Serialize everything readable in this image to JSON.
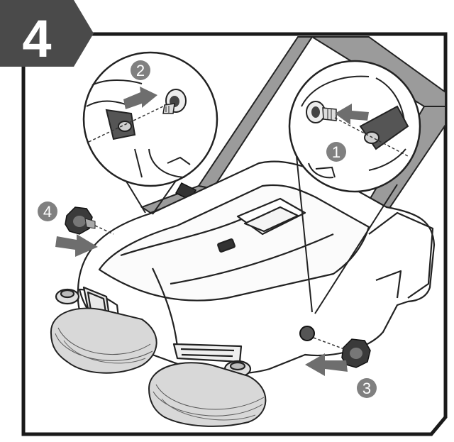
{
  "step": {
    "number": "4"
  },
  "callouts": [
    {
      "id": "c1",
      "number": "1"
    },
    {
      "id": "c2",
      "number": "2"
    },
    {
      "id": "c3",
      "number": "3"
    },
    {
      "id": "c4",
      "number": "4"
    }
  ],
  "colors": {
    "badge": "#4a4a4a",
    "frame": "#1a1a1a",
    "callout": "#808080",
    "arrow": "#6e6e6e",
    "handle": "#9b9b9b",
    "line": "#222222"
  }
}
